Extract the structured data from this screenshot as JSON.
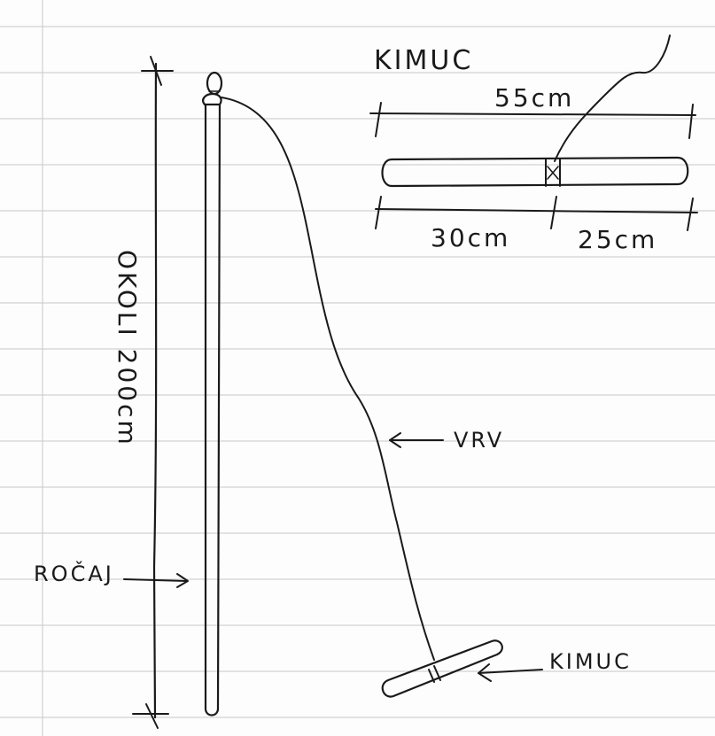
{
  "labels": {
    "top_title": "KIMUC",
    "total_length": "55cm",
    "segment_left": "30cm",
    "segment_right": "25cm",
    "handle_length": "OKOLI 200cm",
    "string": "VRV",
    "handle": "ROČAJ",
    "toggle": "KIMUC"
  },
  "colors": {
    "ink": "#1a1a1a",
    "paper": "#fdfdfd",
    "ruled_lines": "#c8c8c8"
  }
}
